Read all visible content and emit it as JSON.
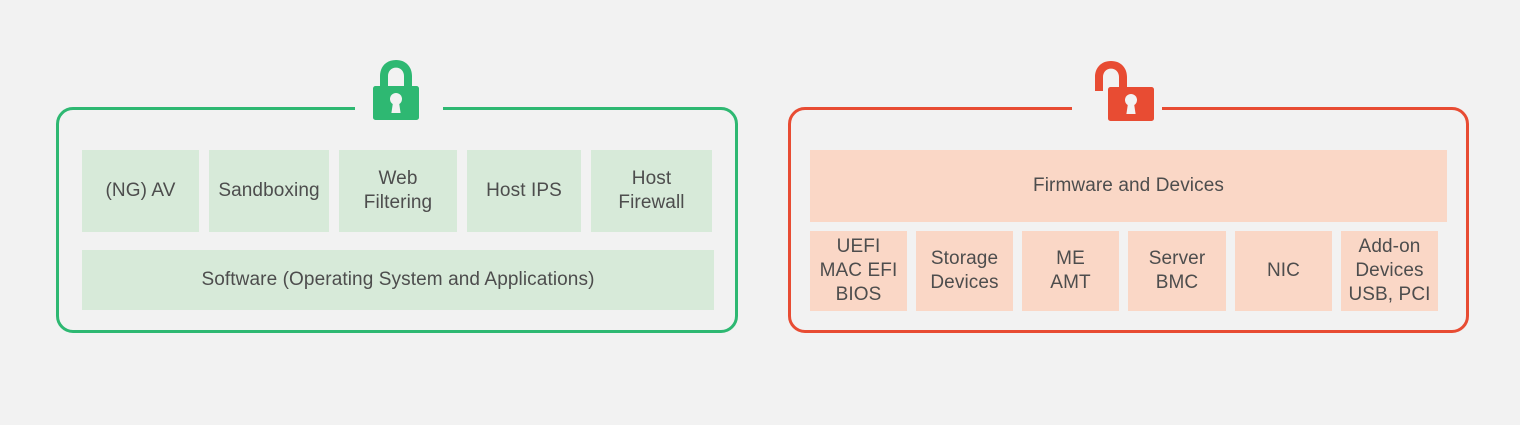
{
  "colors": {
    "background": "#f2f2f2",
    "green_border": "#2eb872",
    "green_fill": "#d7ead9",
    "red_border": "#e84c33",
    "red_fill": "#fad7c6",
    "text": "#4d4d4d"
  },
  "diagram": {
    "type": "two-panel security layer diagram",
    "panels": [
      {
        "id": "protected-software",
        "status_icon": "padlock-closed-icon",
        "status": "locked",
        "accent": "#2eb872",
        "top_row": [
          {
            "label": "(NG) AV"
          },
          {
            "label": "Sandboxing"
          },
          {
            "label": "Web\nFiltering"
          },
          {
            "label": "Host IPS"
          },
          {
            "label": "Host\nFirewall"
          }
        ],
        "base_label": "Software (Operating System and Applications)"
      },
      {
        "id": "unprotected-firmware",
        "status_icon": "padlock-open-icon",
        "status": "unlocked",
        "accent": "#e84c33",
        "header_label": "Firmware and Devices",
        "bottom_row": [
          {
            "label": "UEFI\nMAC EFI\nBIOS"
          },
          {
            "label": "Storage\nDevices"
          },
          {
            "label": "ME\nAMT"
          },
          {
            "label": "Server\nBMC"
          },
          {
            "label": "NIC"
          },
          {
            "label": "Add-on\nDevices\nUSB, PCI"
          }
        ]
      }
    ]
  }
}
